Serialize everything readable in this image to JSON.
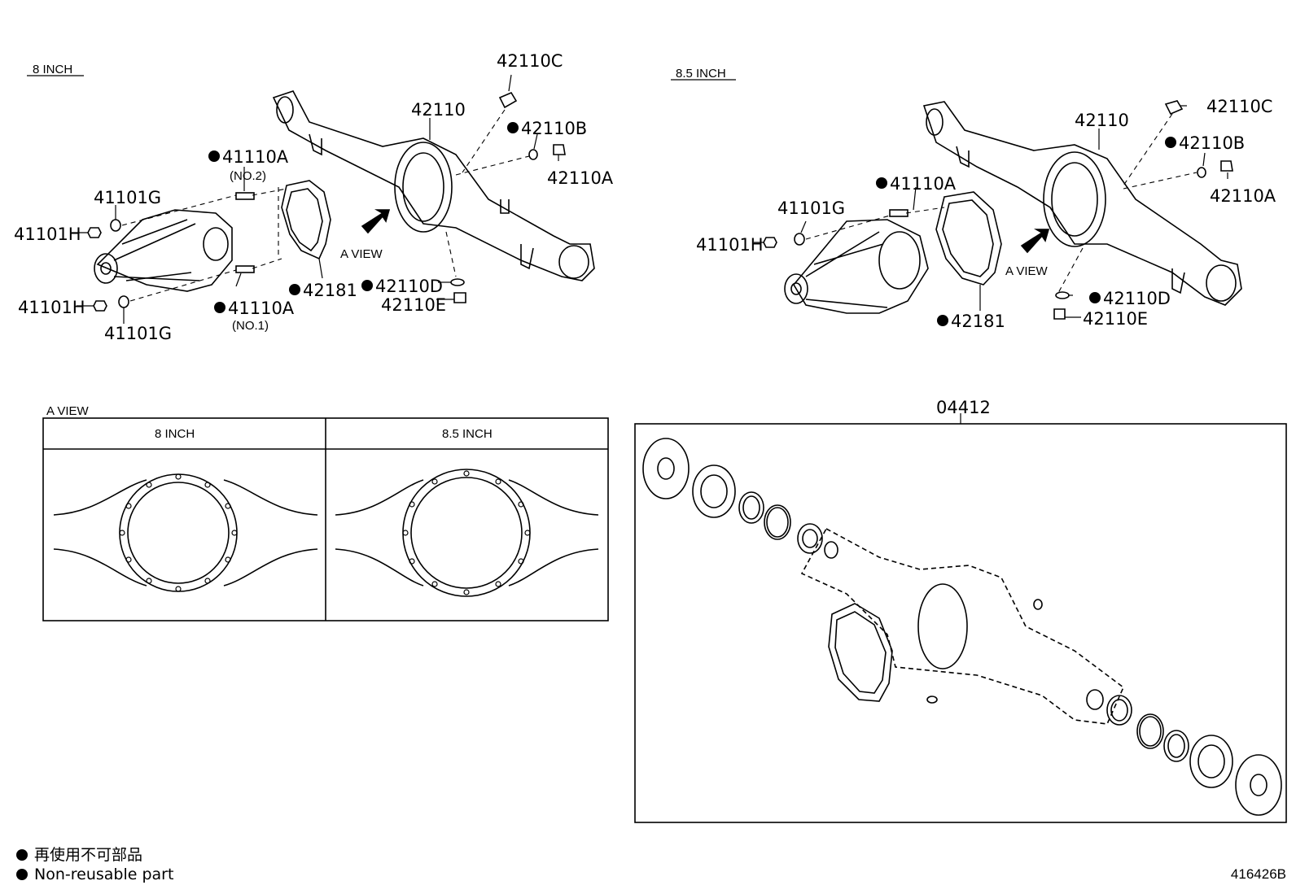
{
  "sections": {
    "left_title": "8 INCH",
    "right_title": "8.5 INCH",
    "a_view_title": "A VIEW",
    "kit_number": "04412"
  },
  "left_labels": {
    "p42110C": "42110C",
    "p42110": "42110",
    "p42110B": "42110B",
    "p42110A": "42110A",
    "p41110A_top": "41110A",
    "no2": "(NO.2)",
    "p41101G_top": "41101G",
    "p41101H_top": "41101H",
    "p41101H_bot": "41101H",
    "p41101G_bot": "41101G",
    "p41110A_bot": "41110A",
    "no1": "(NO.1)",
    "p42181": "42181",
    "a_view": "A VIEW",
    "p42110D": "42110D",
    "p42110E": "42110E"
  },
  "right_labels": {
    "p42110C": "42110C",
    "p42110": "42110",
    "p42110B": "42110B",
    "p42110A": "42110A",
    "p41110A": "41110A",
    "p41101G": "41101G",
    "p41101H": "41101H",
    "p42181": "42181",
    "a_view": "A VIEW",
    "p42110D": "42110D",
    "p42110E": "42110E"
  },
  "a_view_table": {
    "col1": "8 INCH",
    "col2": "8.5 INCH"
  },
  "legend": {
    "line1": "再使用不可部品",
    "line2": "Non-reusable part"
  },
  "illustration_id": "416426B"
}
